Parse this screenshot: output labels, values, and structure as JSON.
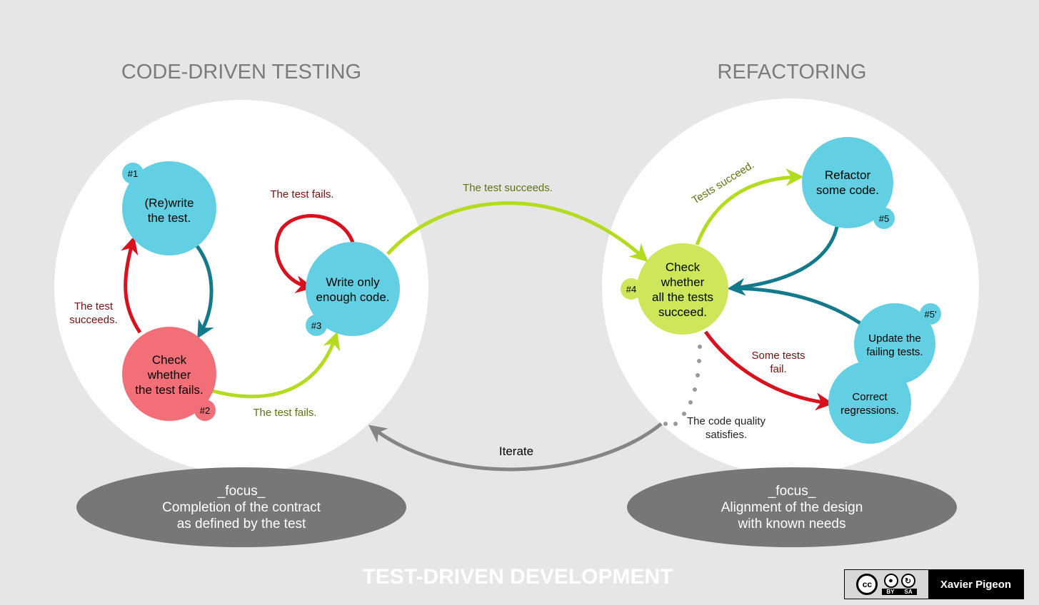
{
  "headings": {
    "left": "CODE-DRIVEN  TESTING",
    "right": "REFACTORING",
    "bottom": "TEST-DRIVEN  DEVELOPMENT"
  },
  "nodes": {
    "n1": {
      "badge": "#1",
      "lines": [
        "(Re)write",
        "the test."
      ]
    },
    "n2": {
      "badge": "#2",
      "lines": [
        "Check",
        "whether",
        "the test fails."
      ]
    },
    "n3": {
      "badge": "#3",
      "lines": [
        "Write only",
        "enough code."
      ]
    },
    "n4": {
      "badge": "#4",
      "lines": [
        "Check",
        "whether",
        "all the tests",
        "succeed."
      ]
    },
    "n5": {
      "badge": "#5",
      "lines": [
        "Refactor",
        "some code."
      ]
    },
    "n5b": {
      "badge": "#5'",
      "lines": [
        "Update the",
        "failing tests."
      ]
    },
    "n6": {
      "lines": [
        "Correct",
        "regressions."
      ]
    }
  },
  "edges": {
    "test_succeeds_left": [
      "The test",
      "succeeds."
    ],
    "test_fails_bottom": "The test fails.",
    "test_fails_loop": "The test fails.",
    "test_succeeds_mid": "The test succeeds.",
    "tests_succeed": "Tests succeed.",
    "some_tests_fail": [
      "Some tests",
      "fail."
    ],
    "quality": [
      "The code quality",
      "satisfies."
    ],
    "iterate": "Iterate"
  },
  "focus": {
    "left": {
      "title": "_focus_",
      "lines": [
        "Completion of the contract",
        "as defined by the test"
      ]
    },
    "right": {
      "title": "_focus_",
      "lines": [
        "Alignment of the design",
        "with known needs"
      ]
    }
  },
  "license": {
    "author": "Xavier Pigeon",
    "cc": "cc",
    "by": "BY",
    "sa": "SA"
  },
  "colors": {
    "background": "#e6e6e6",
    "blue_node": "#62cfe2",
    "red_node": "#f26f78",
    "green_node": "#cde65a",
    "red_arrow": "#d9101d",
    "green_arrow": "#b4dc1e",
    "teal_arrow": "#137a8c",
    "grey_arrow": "#858585",
    "focus_ellipse": "#777777",
    "dark_red_text": "#7a0f0f",
    "olive_text": "#5b7410"
  }
}
